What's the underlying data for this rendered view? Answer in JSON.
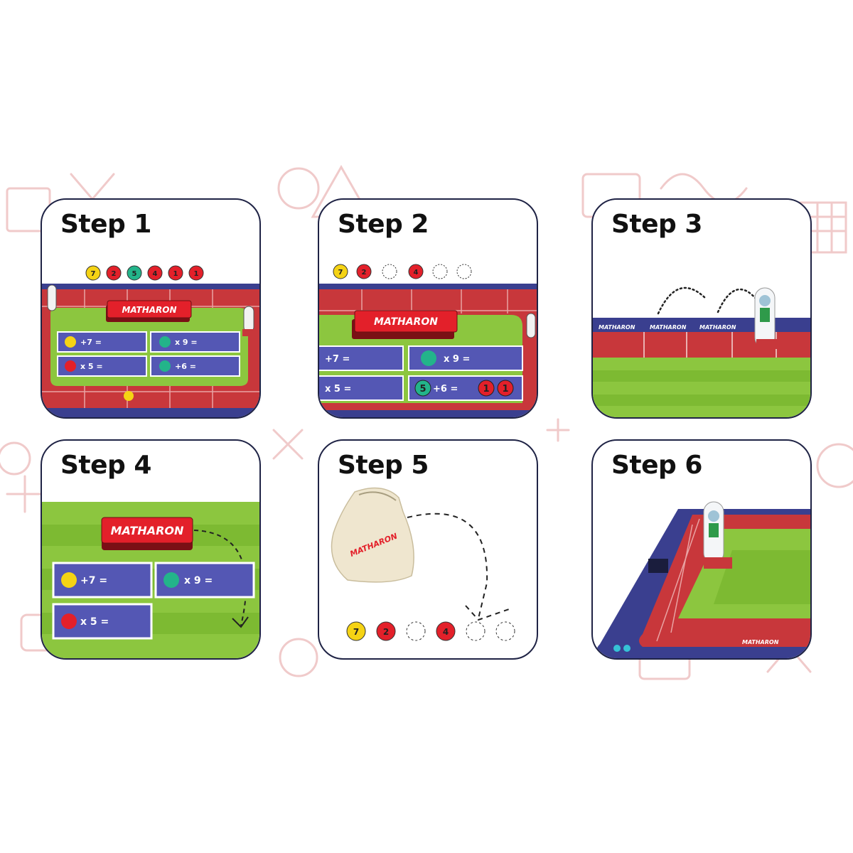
{
  "steps": [
    {
      "title": "Step 1"
    },
    {
      "title": "Step 2"
    },
    {
      "title": "Step 3"
    },
    {
      "title": "Step 4"
    },
    {
      "title": "Step 5"
    },
    {
      "title": "Step 6"
    }
  ],
  "brand": "MATHARON",
  "step1": {
    "tokens": [
      "7",
      "2",
      "5",
      "4",
      "1",
      "1"
    ],
    "cards": [
      "+7 =",
      "x 9 =",
      "x 5 =",
      "+6 ="
    ]
  },
  "step2": {
    "tokens": [
      "7",
      "2",
      "4"
    ],
    "cards": [
      "+7 =",
      "x 9 =",
      "x 5 =",
      "+6 ="
    ],
    "card_token": "5",
    "answer_tokens": [
      "1",
      "1"
    ]
  },
  "step4": {
    "cards": [
      "+7 =",
      "x 9 =",
      "x 5 ="
    ]
  },
  "step5": {
    "tokens": [
      "7",
      "2",
      "4"
    ]
  },
  "colors": {
    "card_border": "#1f2345",
    "grass": "#8cc63f",
    "track_red": "#c8373b",
    "track_blue": "#3a3f8f",
    "token_yellow": "#f5d314",
    "token_red": "#e3202a",
    "token_green": "#23b48a",
    "doodle": "#f0c9c9"
  },
  "icons": [
    "dashed-arrow-icon",
    "drawstring-bag-icon",
    "runner-figure-icon"
  ]
}
